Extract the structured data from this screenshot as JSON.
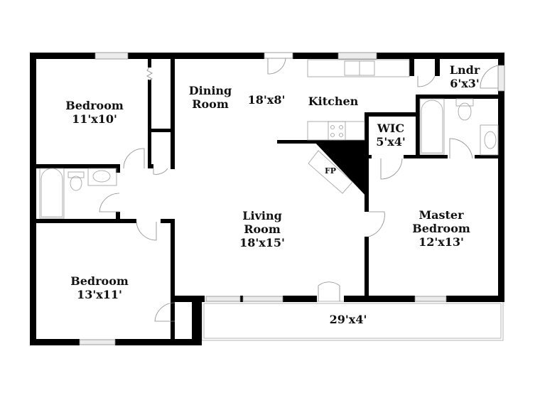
{
  "colors": {
    "wall": "#000000",
    "fixture": "#9a9a9a",
    "window": "#d8d8d8",
    "background": "#ffffff"
  },
  "rooms": [
    {
      "id": "bedroom-2",
      "name": "Bedroom",
      "dims": "11'x10'"
    },
    {
      "id": "dining",
      "name_line1": "Dining",
      "name_line2": "Room"
    },
    {
      "id": "dining-kitchen-dims",
      "dims": "18'x8'"
    },
    {
      "id": "kitchen",
      "name": "Kitchen"
    },
    {
      "id": "laundry",
      "name": "Lndr",
      "dims": "6'x3'"
    },
    {
      "id": "wic",
      "name": "WIC",
      "dims": "5'x4'"
    },
    {
      "id": "fireplace",
      "name": "FP"
    },
    {
      "id": "living",
      "name_line1": "Living",
      "name_line2": "Room",
      "dims": "18'x15'"
    },
    {
      "id": "master",
      "name_line1": "Master",
      "name_line2": "Bedroom",
      "dims": "12'x13'"
    },
    {
      "id": "bedroom-3",
      "name": "Bedroom",
      "dims": "13'x11'"
    },
    {
      "id": "porch",
      "dims": "29'x4'"
    }
  ]
}
